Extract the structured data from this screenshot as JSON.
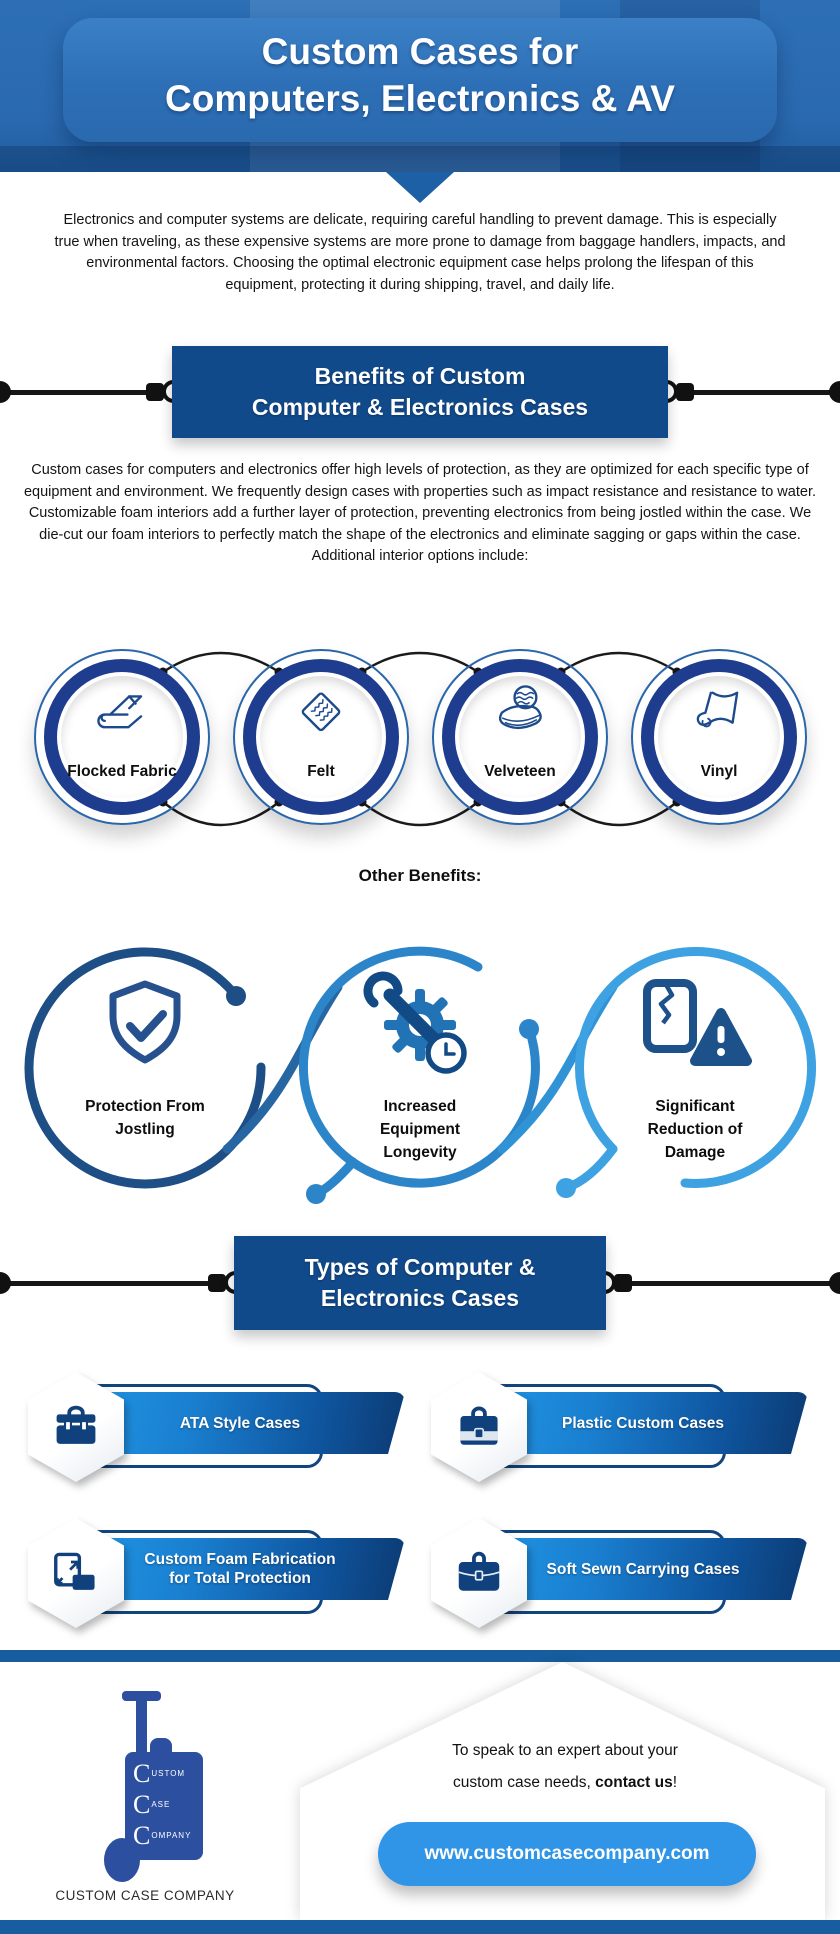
{
  "header": {
    "title_line1": "Custom Cases for",
    "title_line2": "Computers, Electronics & AV"
  },
  "intro": {
    "text": "Electronics and computer systems are delicate, requiring careful handling to prevent damage. This is especially true when traveling, as these expensive systems are more prone to damage from baggage handlers, impacts, and environmental factors. Choosing the optimal electronic equipment case helps prolong the lifespan of this equipment, protecting it during shipping, travel, and daily life."
  },
  "benefits_section": {
    "title_line1": "Benefits of Custom",
    "title_line2": "Computer & Electronics Cases",
    "paragraph": "Custom cases for computers and electronics offer high levels of protection, as they are optimized for each specific type of equipment and environment. We frequently design cases with properties such as impact resistance and resistance to water. Customizable foam interiors add a further layer of protection, preventing electronics from being jostled within the case. We die-cut our foam interiors to perfectly match the shape of the electronics and eliminate sagging or gaps within the case. Additional interior options include:"
  },
  "interior_options": [
    {
      "label": "Flocked Fabric",
      "icon": "folded-fabric-icon"
    },
    {
      "label": "Felt",
      "icon": "felt-swatch-icon"
    },
    {
      "label": "Velveteen",
      "icon": "velveteen-fabric-icon"
    },
    {
      "label": "Vinyl",
      "icon": "vinyl-sheet-icon"
    }
  ],
  "other_benefits": {
    "heading": "Other Benefits:",
    "items": [
      {
        "line1": "Protection From",
        "line2": "Jostling",
        "line3": "",
        "icon": "shield-check-icon"
      },
      {
        "line1": "Increased",
        "line2": "Equipment",
        "line3": "Longevity",
        "icon": "wrench-gear-clock-icon"
      },
      {
        "line1": "Significant",
        "line2": "Reduction of",
        "line3": "Damage",
        "icon": "damaged-device-warning-icon"
      }
    ]
  },
  "types_section": {
    "title_line1": "Types of Computer &",
    "title_line2": "Electronics Cases",
    "items": [
      {
        "label": "ATA Style Cases",
        "label2": "",
        "icon": "toolbox-icon"
      },
      {
        "label": "Plastic Custom Cases",
        "label2": "",
        "icon": "briefcase-icon"
      },
      {
        "label": "Custom Foam Fabrication",
        "label2": "for Total Protection",
        "icon": "foam-fabrication-icon"
      },
      {
        "label": "Soft Sewn Carrying Cases",
        "label2": "",
        "icon": "soft-case-icon"
      }
    ]
  },
  "footer": {
    "cta_line1": "To speak to an expert about your",
    "cta_line2_before": "custom case needs, ",
    "cta_line2_bold": "contact us",
    "cta_line2_after": "!",
    "button_label": "www.customcasecompany.com",
    "logo_wordmark": "CUSTOM CASE COMPANY",
    "logo_lines": [
      {
        "big": "C",
        "rest": "USTOM"
      },
      {
        "big": "C",
        "rest": "ASE"
      },
      {
        "big": "C",
        "rest": "OMPANY"
      }
    ]
  },
  "colors": {
    "brand_dark_navy": "#114a8b",
    "brand_blue": "#2a69af",
    "ring_navy": "#1e3d8f",
    "curve_dark": "#1d4e86",
    "curve_mid": "#2b85c8",
    "curve_light": "#3ea2e2",
    "banner_gradient_start": "#2196e5",
    "banner_gradient_end": "#0c3a72",
    "button_blue": "#3094e7",
    "divider_blue": "#175d9f",
    "logo_blue": "#2c4f9f"
  }
}
